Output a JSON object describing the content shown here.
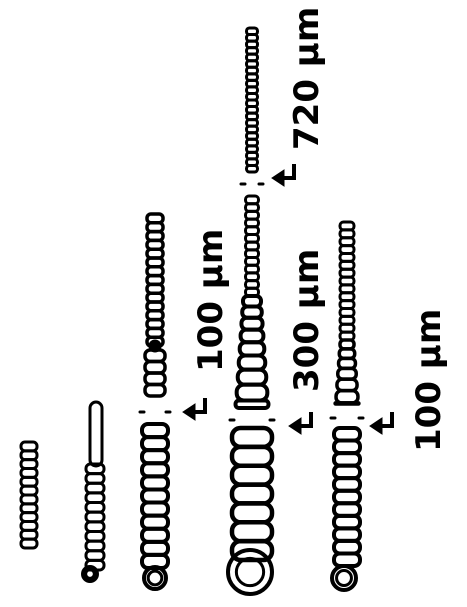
{
  "figure": {
    "labels": {
      "label_1": "720 µm",
      "label_2": "100 µm",
      "label_3": "300 µm",
      "label_4": "100 µm"
    }
  }
}
